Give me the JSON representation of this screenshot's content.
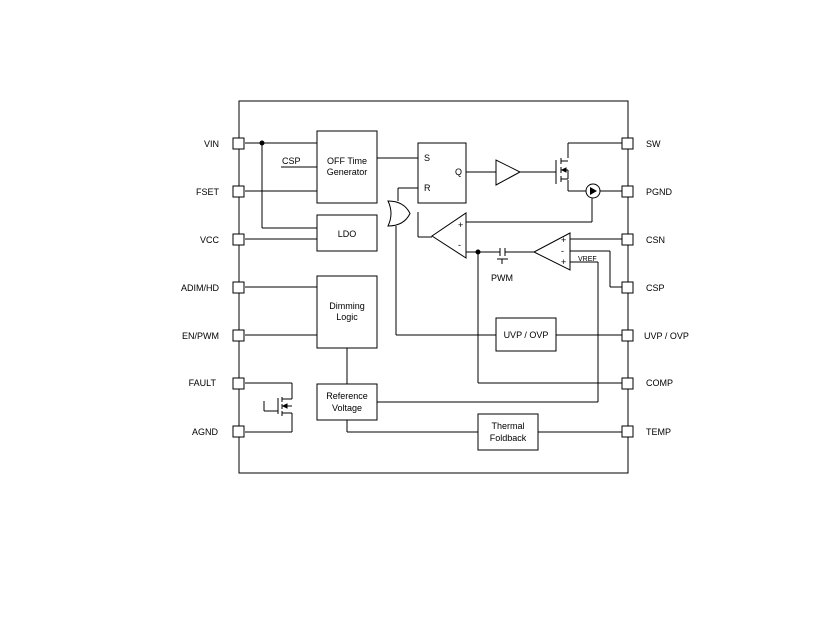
{
  "pins_left": [
    "VIN",
    "FSET",
    "VCC",
    "ADIM/HD",
    "EN/PWM",
    "FAULT",
    "AGND"
  ],
  "pins_right": [
    "SW",
    "PGND",
    "CSN",
    "CSP",
    "UVP / OVP",
    "COMP",
    "TEMP"
  ],
  "blocks": {
    "off_time": [
      "OFF Time",
      "Generator"
    ],
    "csp_label": "CSP",
    "ldo": "LDO",
    "dimming": [
      "Dimming",
      "Logic"
    ],
    "reference": [
      "Reference",
      "Voltage"
    ],
    "uvp_ovp": "UVP / OVP",
    "thermal": [
      "Thermal",
      "Foldback"
    ]
  },
  "latch": {
    "s": "S",
    "r": "R",
    "q": "Q"
  },
  "comparator_signs": {
    "plus": "+",
    "minus": "-"
  },
  "pwm_label": "PWM",
  "vref_label": "VREF"
}
